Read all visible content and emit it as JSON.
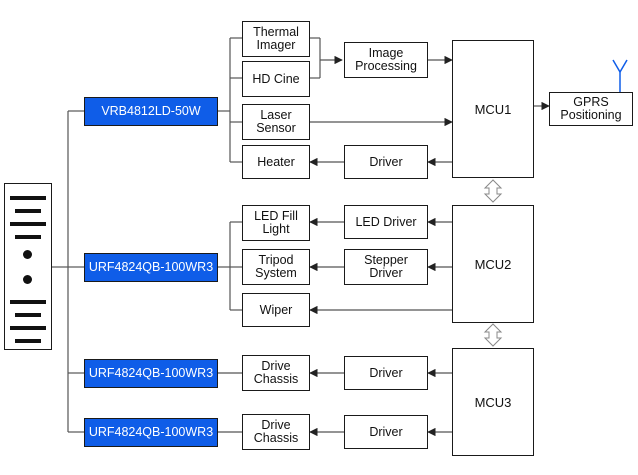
{
  "power_modules": {
    "vrb": "VRB4812LD-50W",
    "urf1": "URF4824QB-100WR3",
    "urf2": "URF4824QB-100WR3",
    "urf3": "URF4824QB-100WR3"
  },
  "devices": {
    "thermal_imager": "Thermal\nImager",
    "hd_cine": "HD Cine",
    "laser_sensor": "Laser\nSensor",
    "heater": "Heater",
    "led_fill_light": "LED Fill\nLight",
    "tripod_system": "Tripod\nSystem",
    "wiper": "Wiper",
    "drive_chassis_1": "Drive\nChassis",
    "drive_chassis_2": "Drive\nChassis"
  },
  "processing": {
    "image_processing": "Image\nProcessing",
    "driver_heater": "Driver",
    "led_driver": "LED Driver",
    "stepper_driver": "Stepper\nDriver",
    "driver_chassis_1": "Driver",
    "driver_chassis_2": "Driver"
  },
  "controllers": {
    "mcu1": "MCU1",
    "mcu2": "MCU2",
    "mcu3": "MCU3"
  },
  "gprs": "GPRS\nPositioning",
  "colors": {
    "module_fill": "#0f5de8",
    "line": "#666666",
    "border": "#1a1a1a"
  }
}
